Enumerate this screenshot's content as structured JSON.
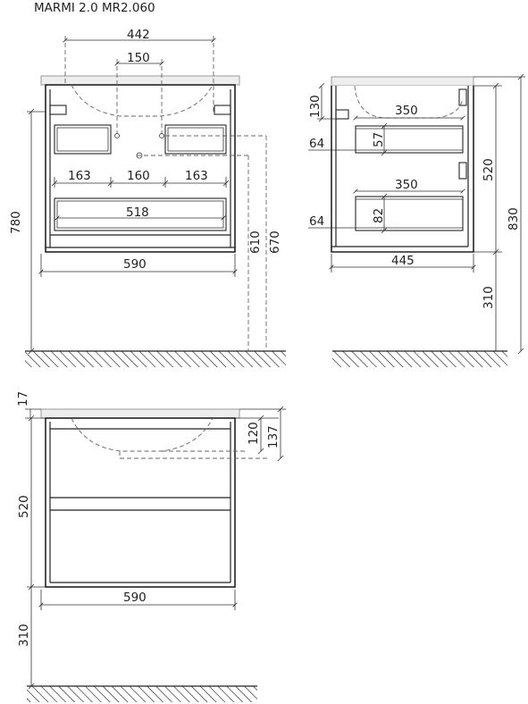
{
  "title": "MARMI 2.0 MR2.060",
  "front_view": {
    "dim_basin_width": "442",
    "dim_tap_spacing": "150",
    "dim_drawer_left": "163",
    "dim_drawer_mid": "160",
    "dim_drawer_right": "163",
    "dim_drawer_inner": "518",
    "dim_total_width": "590",
    "dim_height_780": "780",
    "dim_height_610": "610",
    "dim_height_670": "670"
  },
  "side_view": {
    "dim_130": "130",
    "dim_350_top": "350",
    "dim_64_top": "64",
    "dim_57": "57",
    "dim_520": "520",
    "dim_830": "830",
    "dim_350_bottom": "350",
    "dim_64_bottom": "64",
    "dim_82": "82",
    "dim_445": "445",
    "dim_310": "310"
  },
  "rear_view": {
    "dim_17": "17",
    "dim_120": "120",
    "dim_137": "137",
    "dim_520": "520",
    "dim_590": "590",
    "dim_310": "310"
  }
}
